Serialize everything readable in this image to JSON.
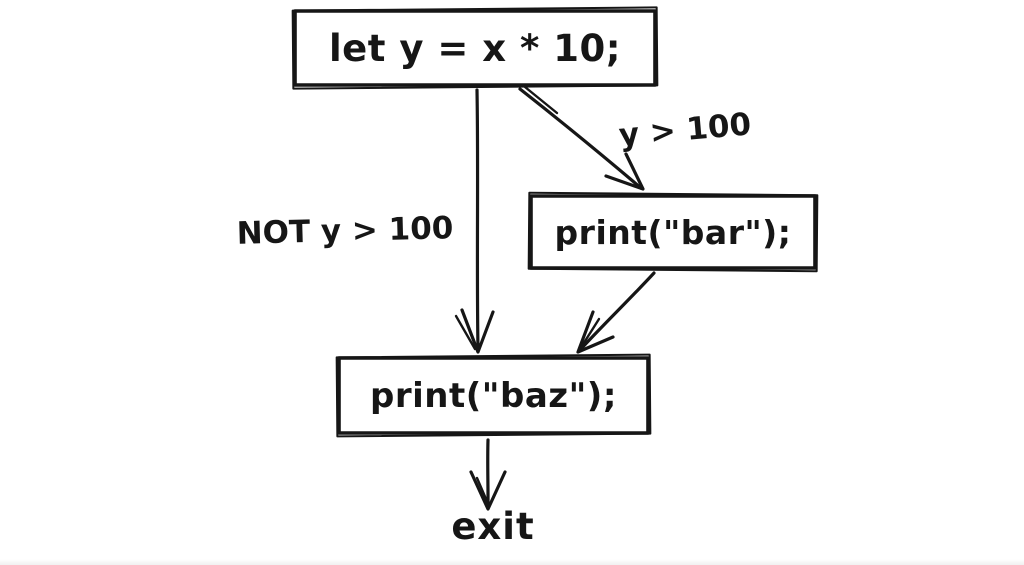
{
  "diagram": {
    "type": "flowchart",
    "style": "hand-drawn",
    "nodes": {
      "assign": {
        "label": "let y = x * 10;"
      },
      "print_bar": {
        "label": "print(\"bar\");"
      },
      "print_baz": {
        "label": "print(\"baz\");"
      },
      "exit_node": {
        "label": "exit"
      }
    },
    "edges": {
      "true_branch": {
        "label": "y > 100",
        "from": "assign",
        "to": "print_bar"
      },
      "false_branch": {
        "label": "NOT y > 100",
        "from": "assign",
        "to": "print_baz"
      },
      "bar_to_baz": {
        "label": "",
        "from": "print_bar",
        "to": "print_baz"
      },
      "baz_to_exit": {
        "label": "",
        "from": "print_baz",
        "to": "exit_node"
      }
    },
    "colors": {
      "ink": "#161616",
      "background": "#ffffff"
    }
  }
}
